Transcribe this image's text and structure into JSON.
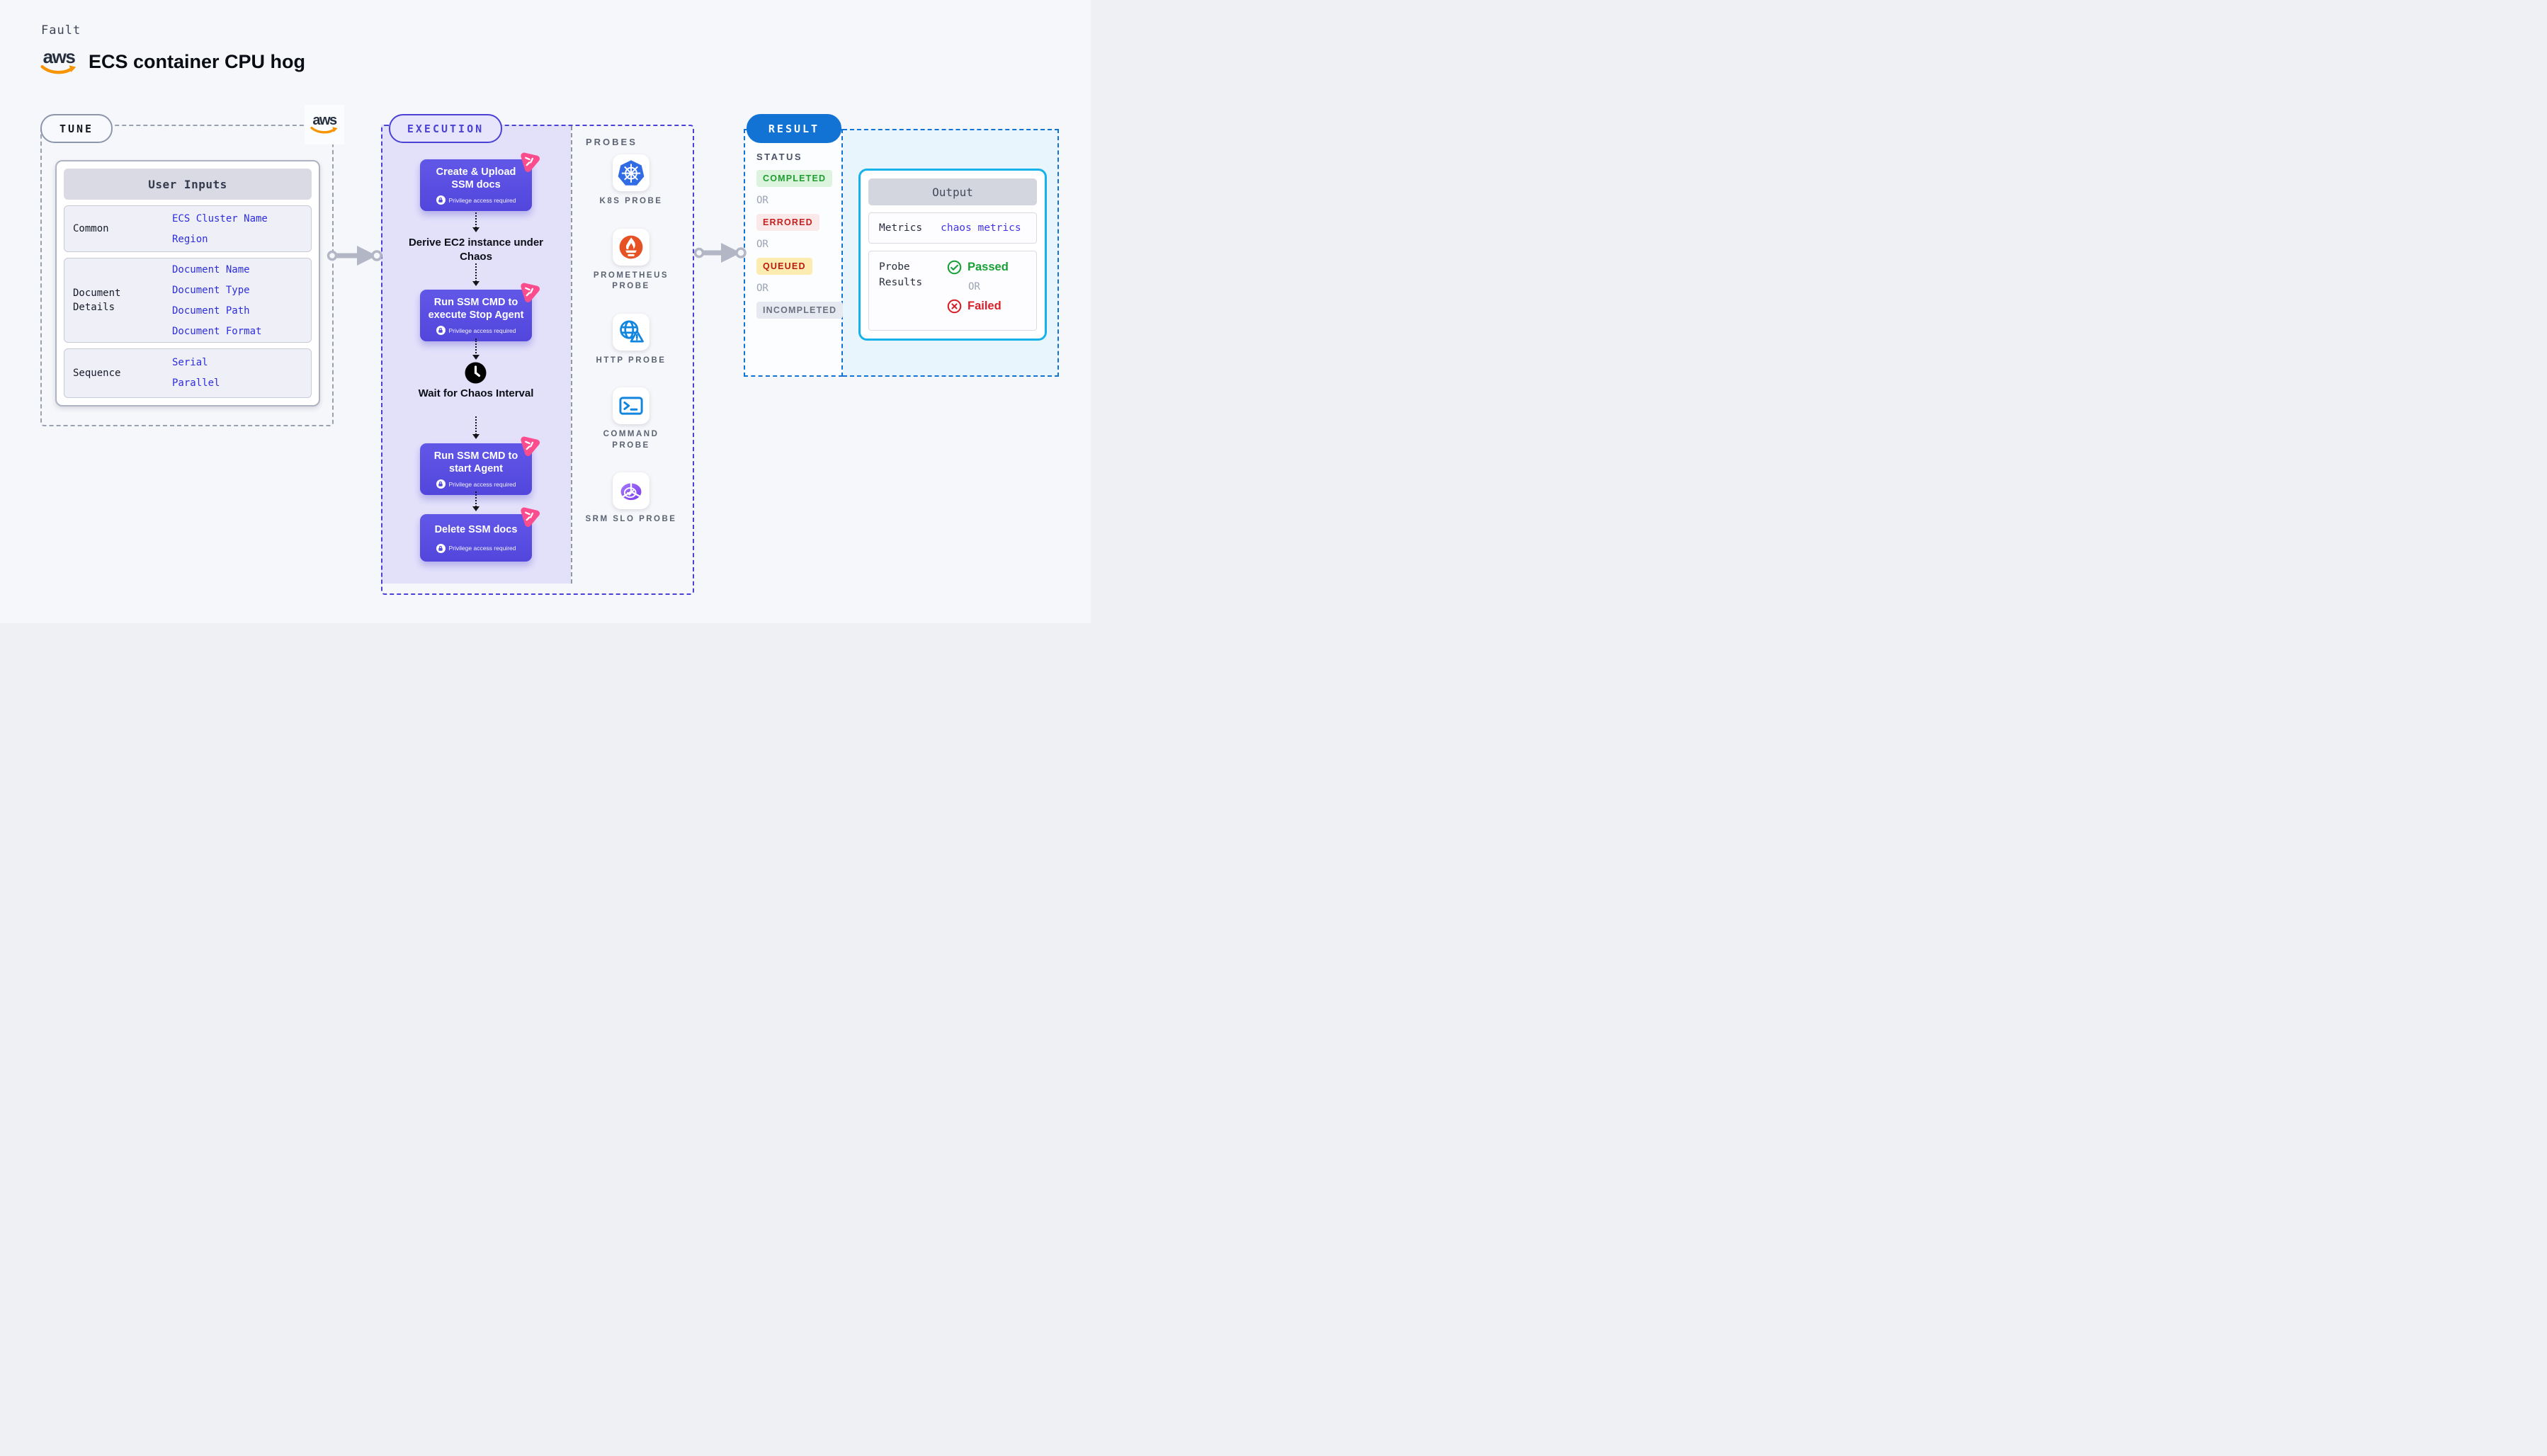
{
  "page": {
    "kicker": "Fault",
    "title": "ECS container CPU hog",
    "aws_logo_text": "aws"
  },
  "tune": {
    "label": "TUNE",
    "table": {
      "header": "User Inputs",
      "rows": [
        {
          "label": "Common",
          "values": [
            "ECS Cluster Name",
            "Region"
          ]
        },
        {
          "label": "Document Details",
          "values": [
            "Document Name",
            "Document Type",
            "Document Path",
            "Document Format"
          ]
        },
        {
          "label": "Sequence",
          "values": [
            "Serial",
            "Parallel"
          ]
        }
      ]
    }
  },
  "execution": {
    "label": "EXECUTION",
    "privilege_note": "Privilege access required",
    "steps": [
      {
        "type": "action",
        "title": "Create & Upload SSM docs"
      },
      {
        "type": "note",
        "title": "Derive EC2 instance under Chaos"
      },
      {
        "type": "action",
        "title": "Run SSM CMD to execute Stop Agent"
      },
      {
        "type": "wait",
        "title": "Wait for Chaos Interval"
      },
      {
        "type": "action",
        "title": "Run SSM CMD to start Agent"
      },
      {
        "type": "action",
        "title": "Delete SSM docs"
      }
    ],
    "probes_label": "PROBES",
    "probes": [
      {
        "name": "k8s",
        "label": "K8S PROBE",
        "icon": "kubernetes-wheel-icon"
      },
      {
        "name": "prometheus",
        "label": "PROMETHEUS PROBE",
        "icon": "prometheus-flame-icon"
      },
      {
        "name": "http",
        "label": "HTTP PROBE",
        "icon": "globe-warning-icon"
      },
      {
        "name": "command",
        "label": "COMMAND PROBE",
        "icon": "terminal-icon"
      },
      {
        "name": "srm-slo",
        "label": "SRM SLO PROBE",
        "icon": "slo-pie-check-icon"
      }
    ]
  },
  "result": {
    "label": "RESULT",
    "status_label": "STATUS",
    "or_label": "OR",
    "statuses": [
      {
        "text": "COMPLETED",
        "type": "completed"
      },
      {
        "text": "ERRORED",
        "type": "errored"
      },
      {
        "text": "QUEUED",
        "type": "queued"
      },
      {
        "text": "INCOMPLETED",
        "type": "incompleted"
      }
    ],
    "output": {
      "header": "Output",
      "metrics_label": "Metrics",
      "metrics_value": "chaos metrics",
      "probe_results_label": "Probe Results",
      "passed": "Passed",
      "failed": "Failed"
    }
  },
  "colors": {
    "accent_indigo": "#4b42d5",
    "flow_box_purple": "#5a4fe0",
    "chaos_pink": "#fb4d8e",
    "result_blue": "#1273d4",
    "output_border_cyan": "#17b2e9",
    "link_blue": "#2d2dde",
    "metrics_link": "#4334e6",
    "k8s_blue": "#326ce5",
    "prometheus_orange": "#e75225",
    "http_blue": "#1285de",
    "srm_purple": "#8b5cf6",
    "completed_green": "#1d9e2f",
    "errored_red": "#c32020",
    "queued_red": "#b91c0f",
    "incompleted_gray": "#6a7182",
    "aws_orange": "#f79400"
  }
}
